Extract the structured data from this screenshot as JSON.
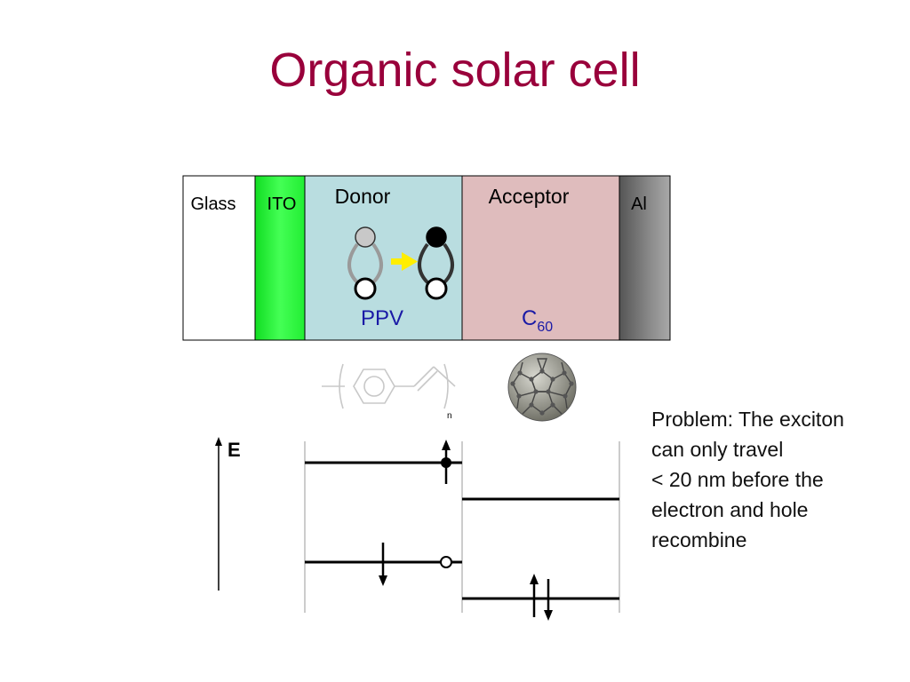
{
  "slide": {
    "title": "Organic solar cell"
  },
  "layers": {
    "glass": "Glass",
    "ito": "ITO",
    "donor": "Donor",
    "acceptor": "Acceptor",
    "al": "Al",
    "ppv": "PPV",
    "c60_base": "C",
    "c60_sub": "60"
  },
  "ppv_structure": {
    "repeat_label": "n"
  },
  "energy": {
    "axis_label": "E"
  },
  "problem": {
    "lines": [
      "Problem: The exciton",
      "can only travel",
      "< 20 nm before the",
      "electron and hole",
      "recombine"
    ]
  },
  "colors": {
    "title": "#99003b",
    "ito": "#22ee33",
    "donor": "#b9dde0",
    "acceptor": "#dfbcbd",
    "al": "#808080",
    "label_blue": "#1a1aa6",
    "arrow_yellow": "#ffee00"
  }
}
